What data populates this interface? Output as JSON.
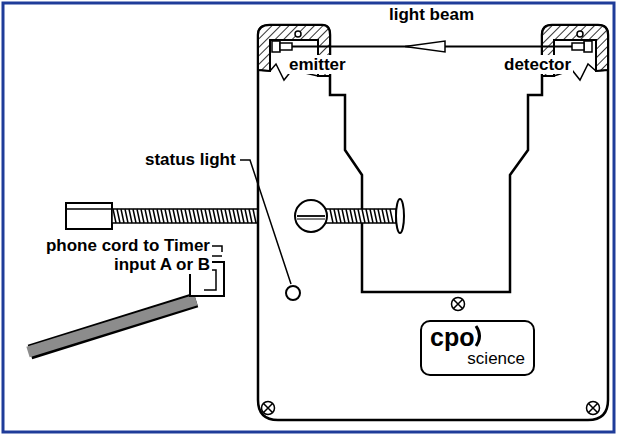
{
  "diagram": {
    "nodes": [
      {
        "text": [
          "cpo",
          "science"
        ]
      }
    ],
    "labels": [
      "light beam",
      "emitter",
      "detector",
      "status light",
      "phone cord to Timer input A or B"
    ]
  }
}
